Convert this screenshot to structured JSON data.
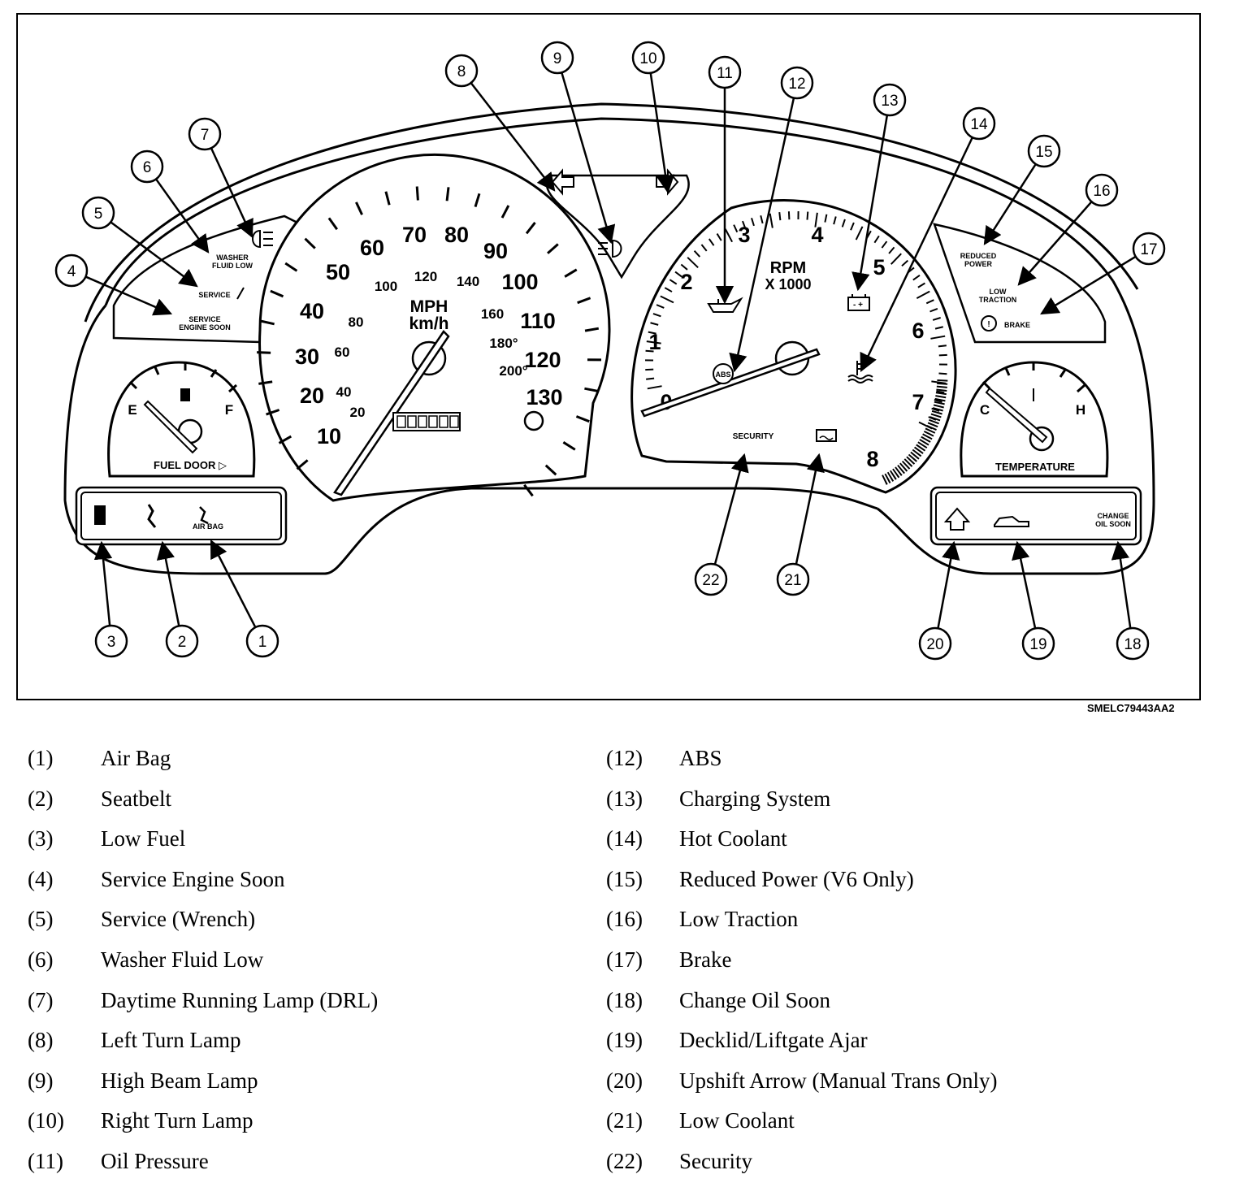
{
  "diagram": {
    "figure_code": "SMELC79443AA2",
    "callouts": [
      "1",
      "2",
      "3",
      "4",
      "5",
      "6",
      "7",
      "8",
      "9",
      "10",
      "11",
      "12",
      "13",
      "14",
      "15",
      "16",
      "17",
      "18",
      "19",
      "20",
      "21",
      "22"
    ],
    "speedometer": {
      "mph_ticks": [
        "10",
        "20",
        "30",
        "40",
        "50",
        "60",
        "70",
        "80",
        "90",
        "100",
        "110",
        "120",
        "130"
      ],
      "kmh_ticks": [
        "20",
        "40",
        "60",
        "80",
        "100",
        "120",
        "140",
        "160",
        "180°",
        "200°"
      ],
      "label_top": "MPH",
      "label_bottom": "km/h"
    },
    "tachometer": {
      "ticks": [
        "0",
        "1",
        "2",
        "3",
        "4",
        "5",
        "6",
        "7",
        "8"
      ],
      "label_top": "RPM",
      "label_bottom": "X 1000"
    },
    "fuel_gauge": {
      "empty": "E",
      "full": "F",
      "label": "FUEL DOOR ▷"
    },
    "temp_gauge": {
      "cold": "C",
      "hot": "H",
      "label": "TEMPERATURE"
    },
    "panel_text": {
      "washer": [
        "WASHER",
        "FLUID LOW"
      ],
      "service": "SERVICE",
      "service_engine": [
        "SERVICE",
        "ENGINE SOON"
      ],
      "reduced_power": [
        "REDUCED",
        "POWER"
      ],
      "low_traction": [
        "LOW",
        "TRACTION"
      ],
      "brake": "BRAKE",
      "air_bag": "AIR BAG",
      "change_oil": [
        "CHANGE",
        "OIL SOON"
      ],
      "security": "SECURITY",
      "abs": "ABS"
    }
  },
  "legend": {
    "left": [
      {
        "num": "(1)",
        "name": "Air Bag"
      },
      {
        "num": "(2)",
        "name": "Seatbelt"
      },
      {
        "num": "(3)",
        "name": "Low Fuel"
      },
      {
        "num": "(4)",
        "name": "Service Engine Soon"
      },
      {
        "num": "(5)",
        "name": "Service (Wrench)"
      },
      {
        "num": "(6)",
        "name": "Washer Fluid Low"
      },
      {
        "num": "(7)",
        "name": "Daytime Running Lamp (DRL)"
      },
      {
        "num": "(8)",
        "name": "Left Turn Lamp"
      },
      {
        "num": "(9)",
        "name": "High Beam Lamp"
      },
      {
        "num": "(10)",
        "name": "Right Turn Lamp"
      },
      {
        "num": "(11)",
        "name": "Oil Pressure"
      }
    ],
    "right": [
      {
        "num": "(12)",
        "name": "ABS"
      },
      {
        "num": "(13)",
        "name": "Charging System"
      },
      {
        "num": "(14)",
        "name": "Hot Coolant"
      },
      {
        "num": "(15)",
        "name": "Reduced Power (V6 Only)"
      },
      {
        "num": "(16)",
        "name": "Low Traction"
      },
      {
        "num": "(17)",
        "name": "Brake"
      },
      {
        "num": "(18)",
        "name": "Change Oil Soon"
      },
      {
        "num": "(19)",
        "name": "Decklid/Liftgate Ajar"
      },
      {
        "num": "(20)",
        "name": "Upshift Arrow (Manual Trans Only)"
      },
      {
        "num": "(21)",
        "name": "Low Coolant"
      },
      {
        "num": "(22)",
        "name": "Security"
      }
    ]
  }
}
